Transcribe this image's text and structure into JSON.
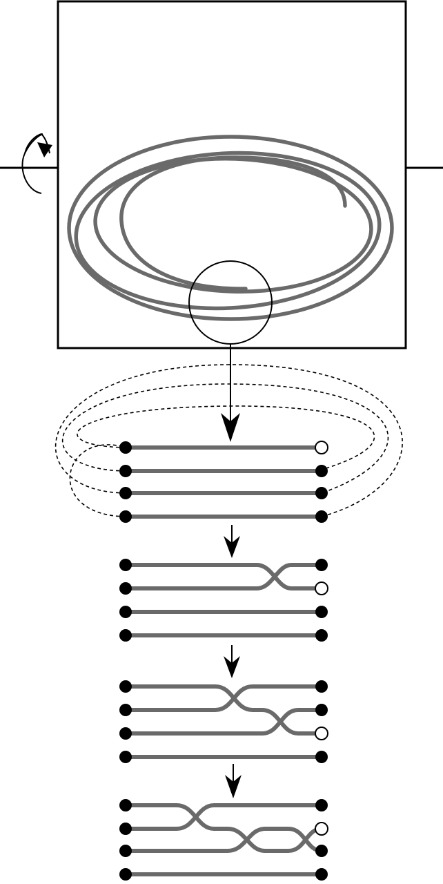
{
  "diagram": {
    "stage_count": 4,
    "strands_per_stage": 4,
    "open_end_row": [
      0,
      1,
      2,
      1
    ],
    "colors": {
      "strand": "#6a6a6a",
      "outline": "#000000",
      "open_end_fill": "#ffffff",
      "background": "#ffffff"
    },
    "icons": [
      "rotation-arrow-icon",
      "magnifier-circle",
      "down-arrow-icon"
    ]
  }
}
